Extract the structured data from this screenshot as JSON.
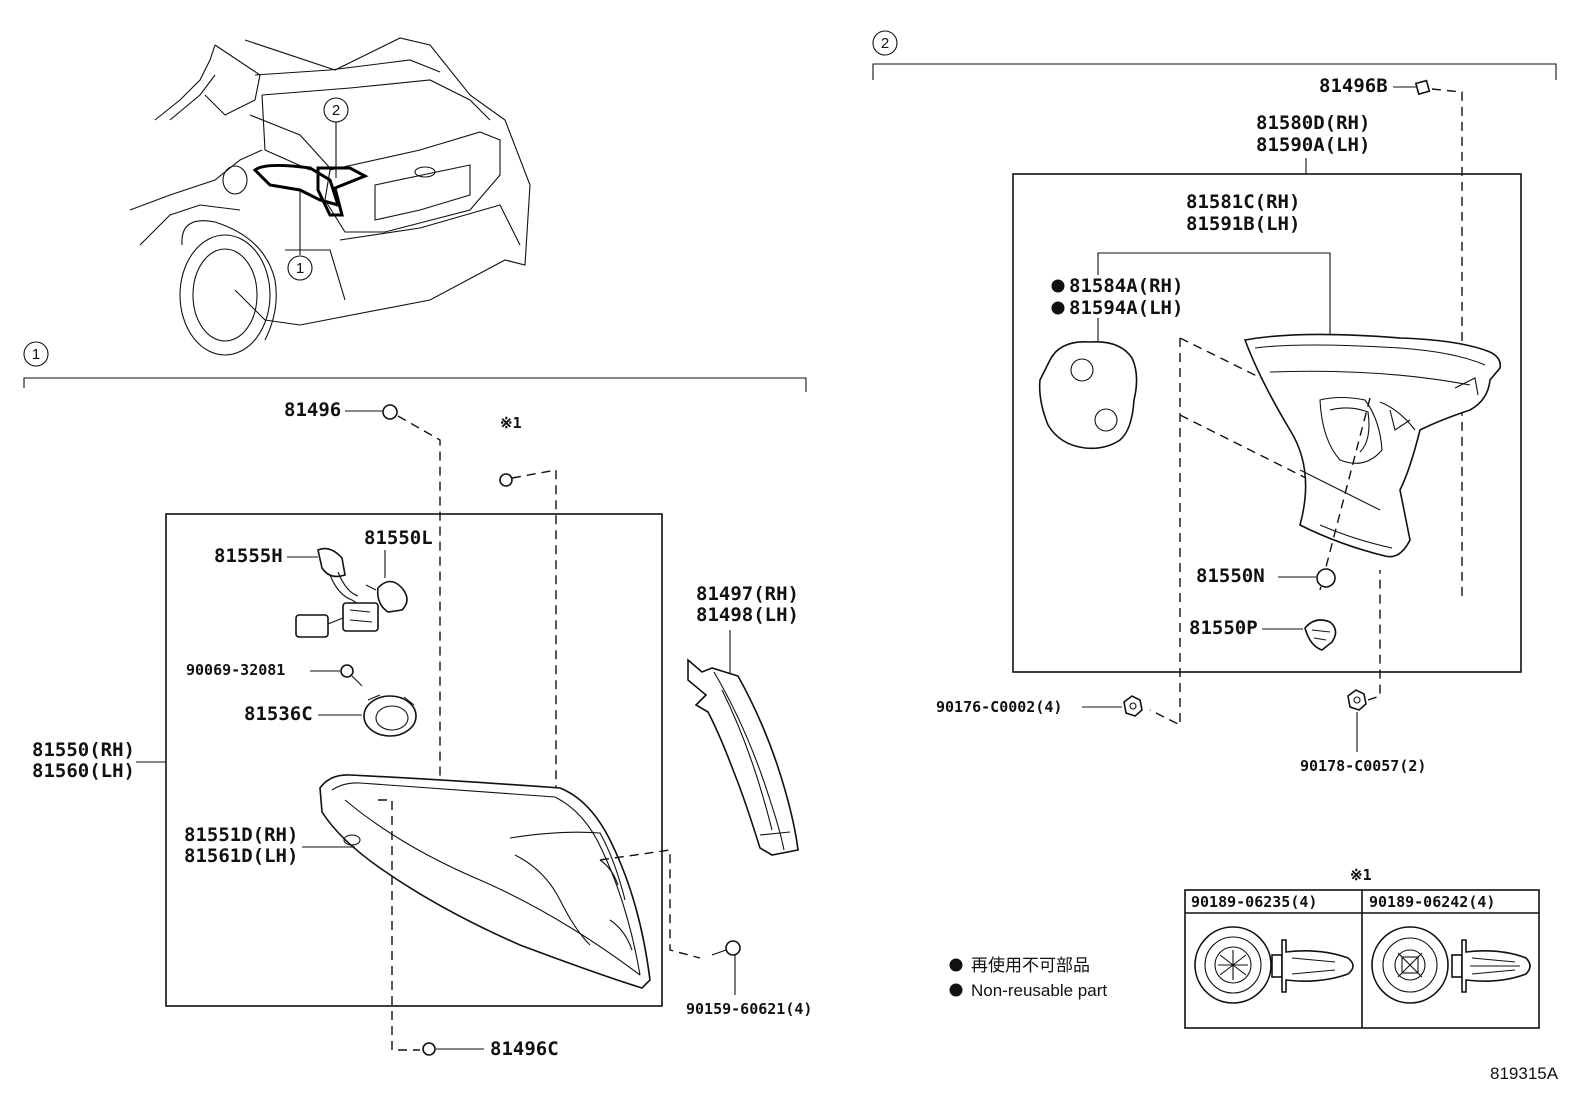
{
  "sections": {
    "one": {
      "number": "1"
    },
    "two": {
      "number": "2"
    }
  },
  "vehicle": {
    "callout_1": "1",
    "callout_2": "2"
  },
  "parts_section_1": {
    "clip_81496": "81496",
    "clip_81496c": "81496C",
    "note_mark": "※1",
    "socket_81555h": "81555H",
    "bulb_81550l": "81550L",
    "screw_90069": "90069-32081",
    "socket_81536c": "81536C",
    "lamp_rh": "81550(RH)",
    "lamp_lh": "81560(LH)",
    "lens_rh": "81551D(RH)",
    "lens_lh": "81561D(LH)",
    "cover_rh": "81497(RH)",
    "cover_lh": "81498(LH)",
    "screw_90159": "90159-60621(4)"
  },
  "parts_section_2": {
    "clip_81496b": "81496B",
    "lamp_rh": "81580D(RH)",
    "lamp_lh": "81590A(LH)",
    "lens_rh": "81581C(RH)",
    "lens_lh": "81591B(LH)",
    "gasket_rh": "81584A(RH)",
    "gasket_lh": "81594A(LH)",
    "bulb_81550n": "81550N",
    "socket_81550p": "81550P",
    "nut_90176": "90176-C0002(4)",
    "nut_90178": "90178-C0057(2)"
  },
  "legend": {
    "bullet": "●",
    "line_jp": "再使用不可部品",
    "line_en": "Non-reusable part"
  },
  "clip_table": {
    "mark": "※1",
    "col1": "90189-06235(4)",
    "col2": "90189-06242(4)"
  },
  "figure_code": "819315A"
}
